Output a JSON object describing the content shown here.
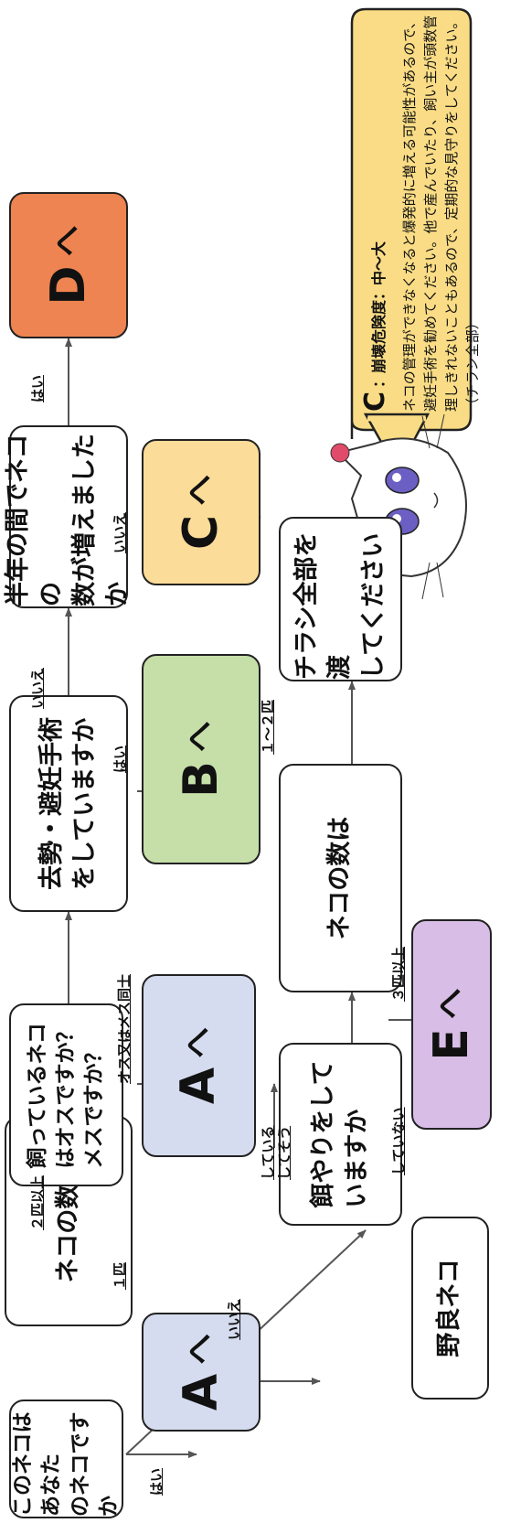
{
  "colors": {
    "A": "#d6dcef",
    "B": "#c6dfa9",
    "C": "#fbdc98",
    "D": "#ee8451",
    "E": "#d8bde6",
    "bubble": "#f9dc85",
    "line": "#555555"
  },
  "nodes": {
    "q_own": "このネコはあなた\nのネコですか",
    "q_count1": "ネコの数は",
    "q_sex": "飼っているネコ\nはオスですか？\nメスですか？",
    "q_neuter": "去勢・避妊手術\nをしていますか",
    "q_increase": "半年の間でネコの\n数が増えましたか",
    "q_feed": "餌やりをして\nいますか",
    "q_count2": "ネコの数は",
    "give_flyer": "チラシ全部を渡\nしてください",
    "stray": "野良ネコ",
    "res_a1": "A",
    "res_a2": "A",
    "res_b": "B",
    "res_c": "C",
    "res_d": "D",
    "res_e": "E",
    "arrow_glyph": "へ"
  },
  "edge_labels": {
    "yes1": "はい",
    "no1": "いいえ",
    "two_plus": "２匹以上",
    "one": "１匹",
    "mixed": "オス又はメス同士",
    "no_neuter": "いいえ",
    "yes_neuter": "はい",
    "yes_increase": "はい",
    "no_increase": "いいえ",
    "feeding": "している",
    "feeding2": "してそう",
    "not_feeding": "していない",
    "one_two": "１～２匹",
    "three_plus": "３匹以上"
  },
  "bubble": {
    "letter": "C",
    "heading": "：崩壊危険度：中～大",
    "body": "ネコの管理ができなくなると爆発的に増える可能性があるので、避妊手術を勧めてください。他で産んでいたり、飼い主が頭数管理しきれないこともあるので、定期的な見守りをしてください。（チラシ全部）"
  }
}
